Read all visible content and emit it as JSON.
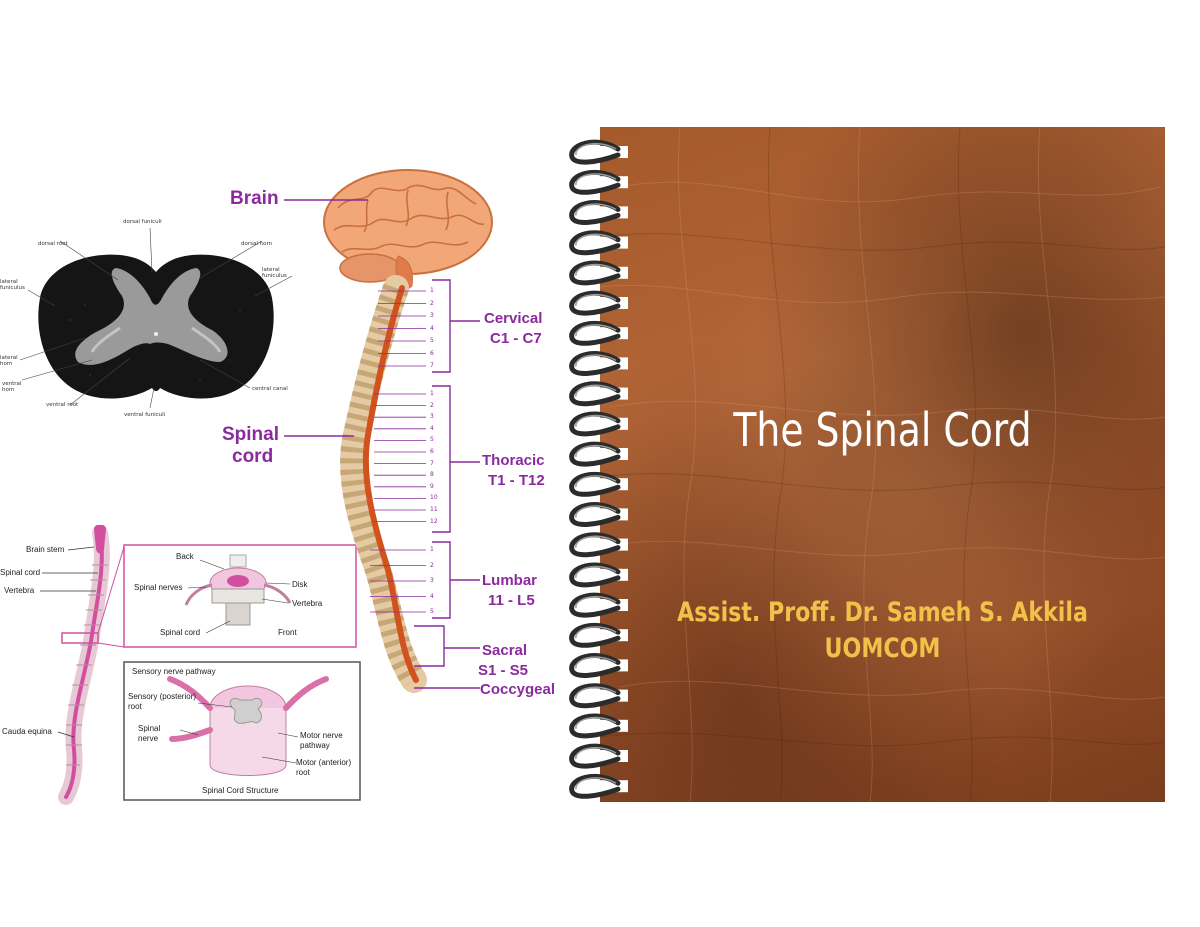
{
  "cross_section": {
    "labels": {
      "dorsal_funiculi": "dorsal funiculi",
      "dorsal_root": "dorsal root",
      "dorsal_horn": "dorsal horn",
      "lateral_funiculus_left": "lateral funiculus",
      "lateral_funiculus_right": "lateral funiculus",
      "lateral_horn": "lateral horn",
      "ventral_horn": "ventral horn",
      "ventral_root": "ventral root",
      "ventral_funiculi": "ventral funiculi",
      "central_canal": "central canal"
    }
  },
  "spine_diagram": {
    "labels": {
      "brain_stem": "Brain stem",
      "spinal_cord": "Spinal cord",
      "vertebra": "Vertebra",
      "cauda_equina": "Cauda equina"
    },
    "detail_box": {
      "back": "Back",
      "spinal_nerves": "Spinal nerves",
      "disk": "Disk",
      "vertebra": "Vertebra",
      "spinal_cord": "Spinal cord",
      "front": "Front"
    },
    "structure_box": {
      "sensory_nerve_pathway": "Sensory nerve pathway",
      "sensory_root_line1": "Sensory (posterior)",
      "sensory_root_line2": "root",
      "spinal_nerve_line1": "Spinal",
      "spinal_nerve_line2": "nerve",
      "motor_pathway_line1": "Motor nerve",
      "motor_pathway_line2": "pathway",
      "motor_root_line1": "Motor (anterior)",
      "motor_root_line2": "root",
      "caption": "Spinal Cord Structure"
    }
  },
  "brain_spine": {
    "brain": "Brain",
    "spinal_line1": "Spinal",
    "spinal_line2": "cord",
    "cervical_name": "Cervical",
    "cervical_range": "C1 - C7",
    "thoracic_name": "Thoracic",
    "thoracic_range": "T1 - T12",
    "lumbar_name": "Lumbar",
    "lumbar_range": "11 - L5",
    "sacral_name": "Sacral",
    "sacral_range": "S1 - S5",
    "coccygeal": "Coccygeal",
    "cervical_numbers": [
      "1",
      "2",
      "3",
      "4",
      "5",
      "6",
      "7"
    ],
    "thoracic_numbers": [
      "1",
      "2",
      "3",
      "4",
      "5",
      "6",
      "7",
      "8",
      "9",
      "10",
      "11",
      "12"
    ],
    "lumbar_numbers": [
      "1",
      "2",
      "3",
      "4",
      "5"
    ]
  },
  "cover": {
    "title": "The Spinal Cord",
    "author": "Assist. Proff. Dr. Sameh S. Akkila",
    "institution": "UOMCOM"
  },
  "colors": {
    "label_purple": "#8a2a9e",
    "spinal_cord_orange": "#d2521d",
    "author_gold": "#f2c14a",
    "diagram_pink": "#d24fa0",
    "leather_brown": "#a55a2c"
  }
}
